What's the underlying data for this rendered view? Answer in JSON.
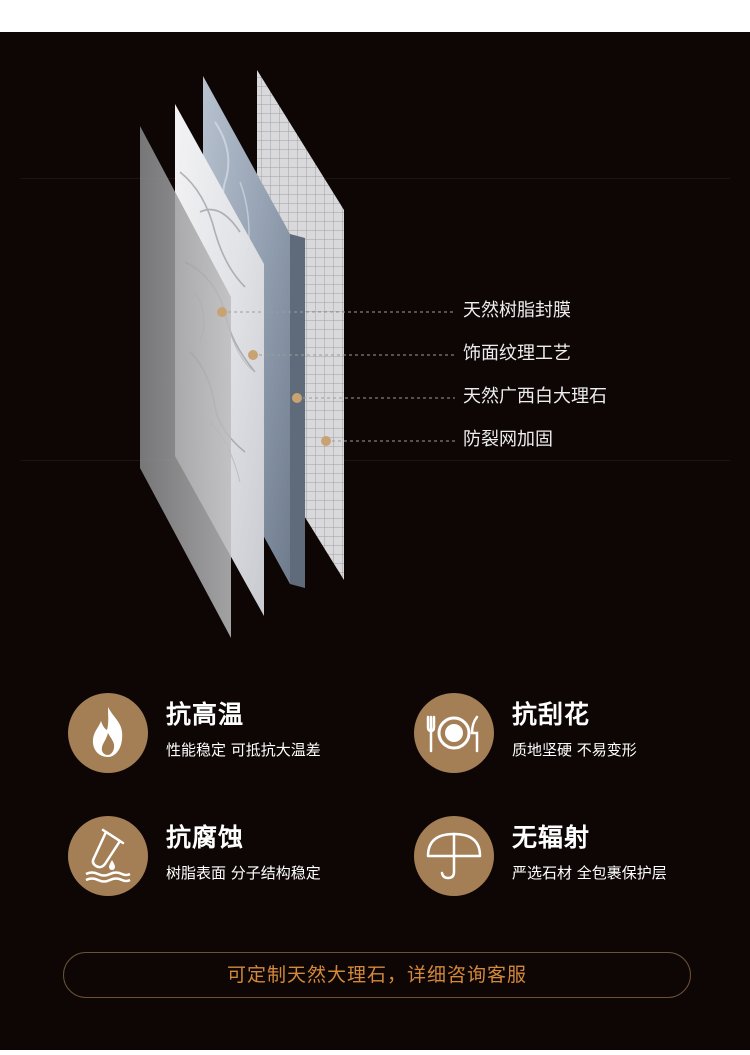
{
  "layers": [
    {
      "label": "天然树脂封膜"
    },
    {
      "label": "饰面纹理工艺"
    },
    {
      "label": "天然广西白大理石"
    },
    {
      "label": "防裂网加固"
    }
  ],
  "features": [
    {
      "title": "抗高温",
      "desc": "性能稳定 可抵抗大温差",
      "icon": "flame-icon"
    },
    {
      "title": "抗刮花",
      "desc": "质地坚硬 不易变形",
      "icon": "plate-cutlery-icon"
    },
    {
      "title": "抗腐蚀",
      "desc": "树脂表面 分子结构稳定",
      "icon": "test-tube-drop-icon"
    },
    {
      "title": "无辐射",
      "desc": "严选石材 全包裹保护层",
      "icon": "umbrella-icon"
    }
  ],
  "cta": {
    "text": "可定制天然大理石，详细咨询客服"
  },
  "colors": {
    "background": "#0d0605",
    "icon_circle": "#a47f55",
    "marker_dot": "#c9a272",
    "cta_text": "#d4893a"
  }
}
